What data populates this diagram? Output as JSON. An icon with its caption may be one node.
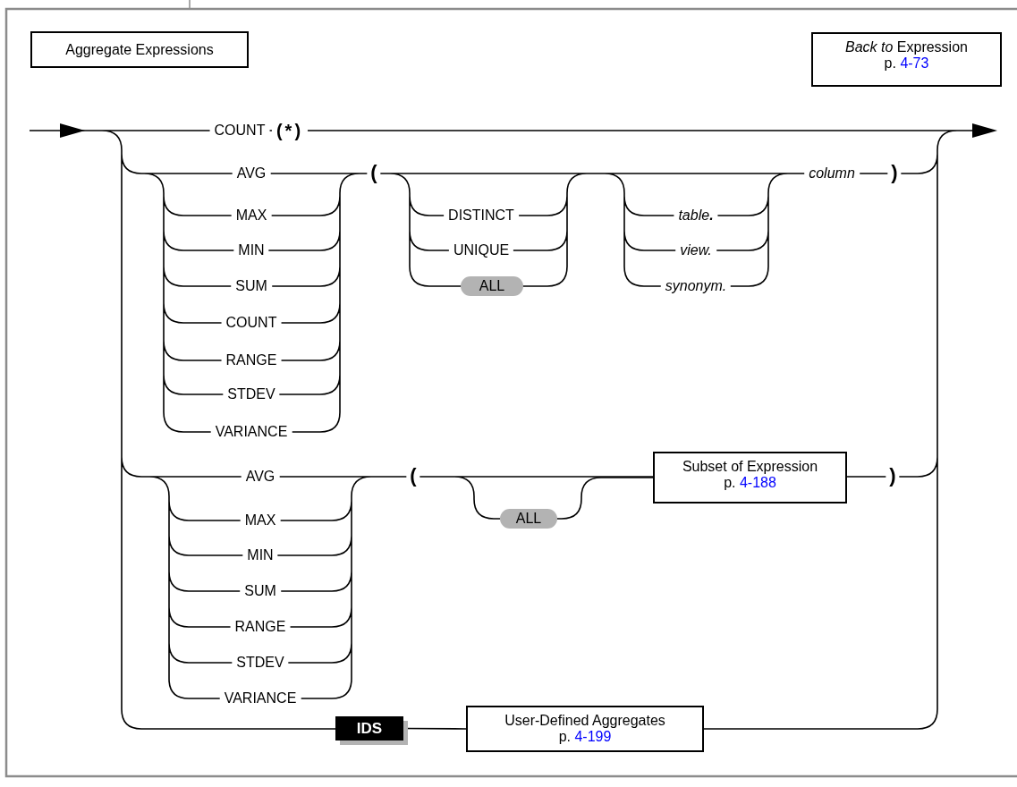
{
  "diagram": {
    "title": "Aggregate Expressions",
    "nodes": [
      {
        "text": [
          "*Back to* Expression",
          "p.",
          "4-73"
        ]
      },
      {
        "text": [
          "ALL"
        ]
      },
      {
        "text": [
          "ALL"
        ]
      },
      {
        "text": [
          "Subset of Expression",
          "p.",
          "4-188"
        ]
      },
      {
        "text": [
          "IDS"
        ]
      },
      {
        "text": [
          "User-Defined Aggregates",
          "p.",
          "4-199"
        ]
      }
    ],
    "edges": [
      {
        "from": 2,
        "to": 3,
        "arrow": "none"
      },
      {
        "from": 4,
        "to": 5,
        "arrow": "none"
      }
    ],
    "labels": [
      "COUNT",
      "(*)",
      "AVG",
      "(",
      "column",
      ")",
      "MAX",
      "DISTINCT",
      "table**.**",
      "MIN",
      "UNIQUE",
      "view.",
      "SUM",
      "synonym.",
      "COUNT",
      "RANGE",
      "STDEV",
      "VARIANCE",
      "AVG",
      "(",
      ")",
      "MAX",
      "MIN",
      "SUM",
      "RANGE",
      "STDEV",
      "VARIANCE"
    ]
  }
}
